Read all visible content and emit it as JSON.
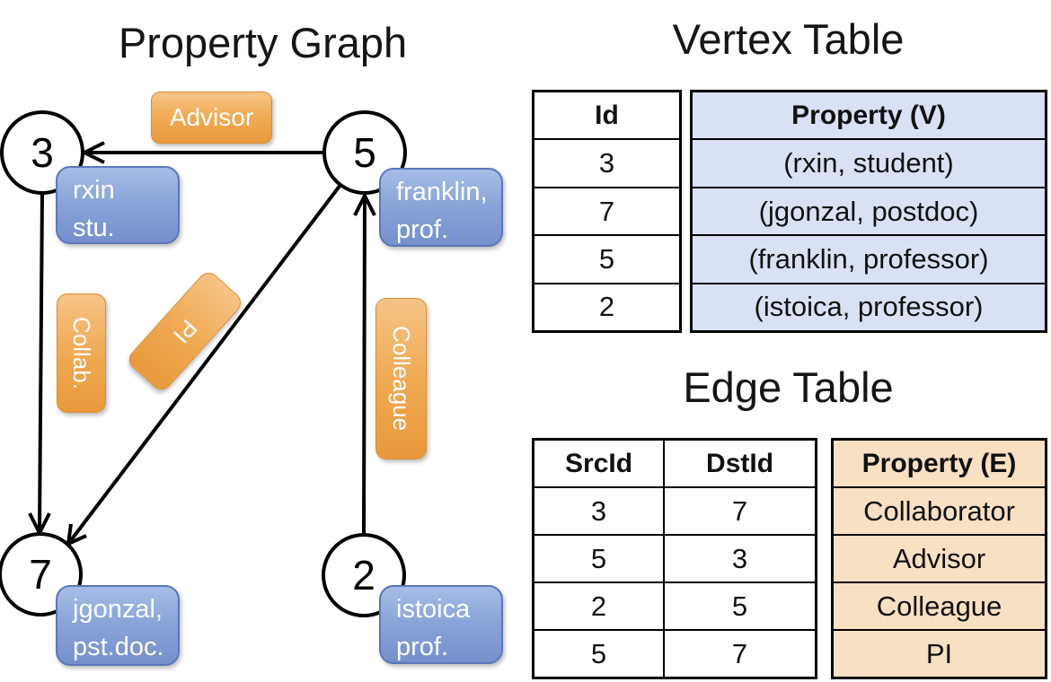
{
  "titles": {
    "graph": "Property Graph",
    "vertex": "Vertex Table",
    "edge": "Edge Table"
  },
  "graph": {
    "nodes": [
      {
        "id": "3",
        "prop_line1": "rxin",
        "prop_line2": "stu."
      },
      {
        "id": "5",
        "prop_line1": "franklin,",
        "prop_line2": "prof."
      },
      {
        "id": "7",
        "prop_line1": "jgonzal,",
        "prop_line2": "pst.doc."
      },
      {
        "id": "2",
        "prop_line1": "istoica",
        "prop_line2": "prof."
      }
    ],
    "edge_labels": {
      "advisor": "Advisor",
      "collab": "Collab.",
      "pi": "PI",
      "colleague": "Colleague"
    }
  },
  "vertex_table": {
    "col_id": "Id",
    "col_property": "Property (V)",
    "rows": [
      {
        "id": "3",
        "property": "(rxin, student)"
      },
      {
        "id": "7",
        "property": "(jgonzal, postdoc)"
      },
      {
        "id": "5",
        "property": "(franklin, professor)"
      },
      {
        "id": "2",
        "property": "(istoica, professor)"
      }
    ]
  },
  "edge_table": {
    "col_src": "SrcId",
    "col_dst": "DstId",
    "col_property": "Property (E)",
    "rows": [
      {
        "src": "3",
        "dst": "7",
        "property": "Collaborator"
      },
      {
        "src": "5",
        "dst": "3",
        "property": "Advisor"
      },
      {
        "src": "2",
        "dst": "5",
        "property": "Colleague"
      },
      {
        "src": "5",
        "dst": "7",
        "property": "PI"
      }
    ]
  },
  "colors": {
    "edge_label_orange": "#EFA54F",
    "vertex_prop_blue": "#8AA5D8",
    "vertex_table_fill": "#D9E2F4",
    "edge_table_fill": "#F8E0C2",
    "line_black": "#000000"
  }
}
